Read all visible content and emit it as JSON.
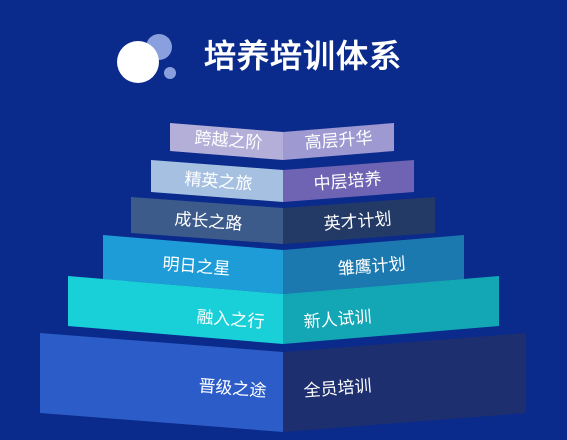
{
  "header": {
    "title": "培养培训体系",
    "logo_icon": "circles-logo-icon"
  },
  "colors": {
    "background": "#0a2a8c",
    "white": "#ffffff"
  },
  "tiers": [
    {
      "left_label": "跨越之阶",
      "right_label": "高层升华",
      "left_color": "#b4afd9",
      "right_color": "#9e99d1"
    },
    {
      "left_label": "精英之旅",
      "right_label": "中层培养",
      "left_color": "#a6c0e2",
      "right_color": "#6f63b3"
    },
    {
      "left_label": "成长之路",
      "right_label": "英才计划",
      "left_color": "#3c5a8a",
      "right_color": "#243a66"
    },
    {
      "left_label": "明日之星",
      "right_label": "雏鹰计划",
      "left_color": "#1e9cd8",
      "right_color": "#1c79b0"
    },
    {
      "left_label": "融入之行",
      "right_label": "新人试训",
      "left_color": "#19d0d8",
      "right_color": "#13a6b5"
    },
    {
      "left_label": "晋级之途",
      "right_label": "全员培训",
      "left_color": "#2b5cc7",
      "right_color": "#1d2f6e"
    }
  ]
}
